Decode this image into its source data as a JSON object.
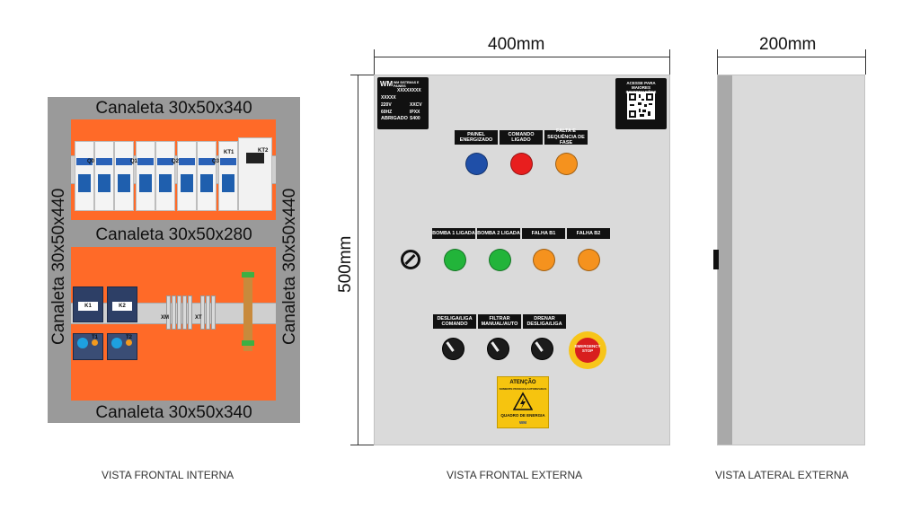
{
  "internal": {
    "canaleta_top": "Canaleta 30x50x340",
    "canaleta_middle": "Canaleta 30x50x280",
    "canaleta_bottom": "Canaleta 30x50x340",
    "canaleta_left": "Canaleta 30x50x440",
    "canaleta_right": "Canaleta 30x50x440",
    "breakers": [
      "Q0",
      "Q1",
      "Q2",
      "Q3"
    ],
    "timers": [
      "KT1",
      "KT2"
    ],
    "contactors": [
      "K1",
      "K2"
    ],
    "relays": [
      "T1",
      "T2"
    ],
    "terminals": [
      "XM",
      "XT"
    ],
    "caption": "VISTA FRONTAL INTERNA"
  },
  "front": {
    "width_label": "400mm",
    "height_label": "500mm",
    "nameplate": {
      "brand": "WM",
      "company": "WM SISTEMAS E PAINEIS",
      "model": "XXXXXXXX",
      "serial": "XXXXX",
      "voltage": "220V",
      "power": "XXCV",
      "frequency": "60HZ",
      "protection": "IPXX",
      "location": "ABRIGADO",
      "size": "S400"
    },
    "qr_title": "ACESSE PARA MAIORES INFORMAÇÕES",
    "row1_labels": [
      "PAINEL ENERGIZADO",
      "COMANDO LIGADO",
      "FALTA E SEQUÊNCIA DE FASE"
    ],
    "row1_colors": [
      "#1f4fa8",
      "#e81e1e",
      "#f5921e"
    ],
    "row2_labels": [
      "BOMBA 1 LIGADA",
      "BOMBA 2 LIGADA",
      "FALHA B1",
      "FALHA B2"
    ],
    "row2_colors": [
      "#22b43a",
      "#22b43a",
      "#f5921e",
      "#f5921e"
    ],
    "row3_labels": [
      "DESLIGA/LIGA COMANDO",
      "FILTRAR MANUAL/AUTO",
      "DRENAR DESLIGA/LIGA"
    ],
    "emergency_label": "EMERGENCY STOP",
    "warning": {
      "title": "ATENÇÃO",
      "subtitle": "SOMENTE PESSOAS AUTORIZADAS",
      "footer": "QUADRO DE ENERGIA",
      "brand": "WM"
    },
    "caption": "VISTA FRONTAL EXTERNA"
  },
  "side": {
    "width_label": "200mm",
    "caption": "VISTA LATERAL EXTERNA"
  }
}
